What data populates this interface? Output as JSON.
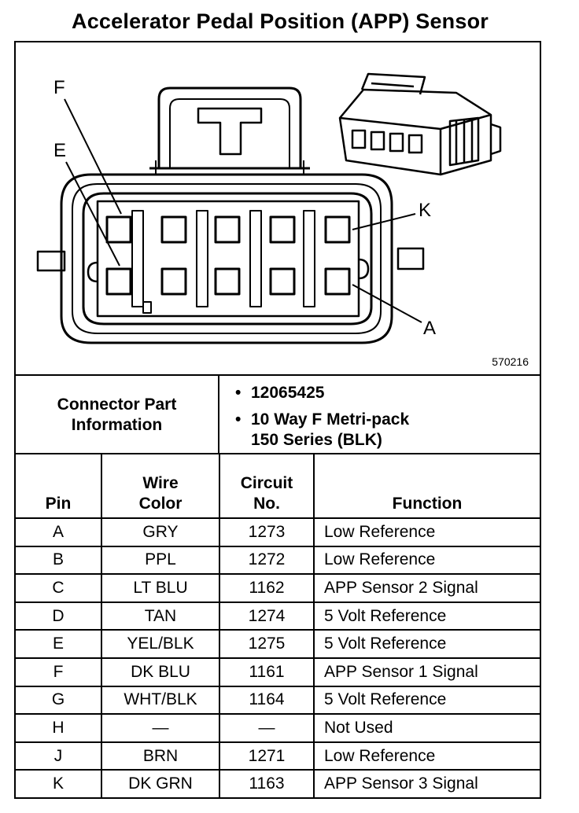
{
  "title": "Accelerator Pedal Position (APP) Sensor",
  "diagram": {
    "figure_number": "570216",
    "callouts": {
      "F": "F",
      "E": "E",
      "K": "K",
      "A": "A"
    }
  },
  "connector_info": {
    "label_line1": "Connector Part",
    "label_line2": "Information",
    "items": [
      "12065425",
      "10 Way F Metri-pack",
      "150 Series (BLK)"
    ]
  },
  "table": {
    "headers": {
      "pin": "Pin",
      "wire_line1": "Wire",
      "wire_line2": "Color",
      "circuit_line1": "Circuit",
      "circuit_line2": "No.",
      "function": "Function"
    },
    "rows": [
      {
        "pin": "A",
        "wire": "GRY",
        "circuit": "1273",
        "function": "Low Reference"
      },
      {
        "pin": "B",
        "wire": "PPL",
        "circuit": "1272",
        "function": "Low Reference"
      },
      {
        "pin": "C",
        "wire": "LT BLU",
        "circuit": "1162",
        "function": "APP Sensor 2 Signal"
      },
      {
        "pin": "D",
        "wire": "TAN",
        "circuit": "1274",
        "function": "5 Volt Reference"
      },
      {
        "pin": "E",
        "wire": "YEL/BLK",
        "circuit": "1275",
        "function": "5 Volt Reference"
      },
      {
        "pin": "F",
        "wire": "DK BLU",
        "circuit": "1161",
        "function": "APP Sensor 1 Signal"
      },
      {
        "pin": "G",
        "wire": "WHT/BLK",
        "circuit": "1164",
        "function": "5 Volt Reference"
      },
      {
        "pin": "H",
        "wire": "—",
        "circuit": "—",
        "function": "Not Used"
      },
      {
        "pin": "J",
        "wire": "BRN",
        "circuit": "1271",
        "function": "Low Reference"
      },
      {
        "pin": "K",
        "wire": "DK GRN",
        "circuit": "1163",
        "function": "APP Sensor 3 Signal"
      }
    ]
  }
}
